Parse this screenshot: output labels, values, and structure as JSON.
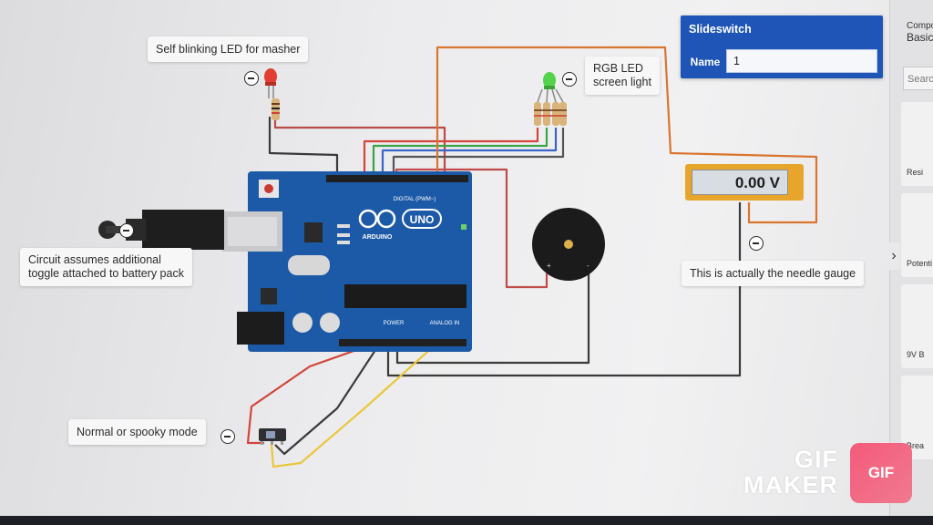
{
  "annotations": {
    "led_note": "Self blinking LED for masher",
    "rgb_note_line1": "RGB LED",
    "rgb_note_line2": "screen light",
    "battery_note_line1": "Circuit assumes additional",
    "battery_note_line2": "toggle attached to battery pack",
    "gauge_note": "This is actually the needle gauge",
    "switch_note": "Normal or spooky mode"
  },
  "inspector": {
    "title": "Slideswitch",
    "name_label": "Name",
    "name_value": "1"
  },
  "voltmeter": {
    "reading": "0.00 V"
  },
  "arduino": {
    "brand": "ARDUINO",
    "model": "UNO",
    "digital_label": "DIGITAL (PWM~)",
    "power_label": "POWER",
    "analog_label": "ANALOG IN"
  },
  "side_panel": {
    "header_line1": "Compo",
    "header_line2": "Basic",
    "search_placeholder": "Searc",
    "items": [
      "Resi",
      "Potenti",
      "9V B",
      "Brea"
    ],
    "expand_chevron": "›"
  },
  "watermark": {
    "line1": "GIF",
    "line2": "MAKER",
    "logo": "GIF"
  },
  "colors": {
    "wire_red": "#d2453a",
    "wire_dark": "#3a3a3a",
    "wire_orange": "#d9752f",
    "wire_yellow": "#e9c73c",
    "wire_green": "#3aa34a",
    "wire_blue": "#3b64c8",
    "arduino_board": "#1c5aa8",
    "inspector_blue": "#1f55b6"
  }
}
